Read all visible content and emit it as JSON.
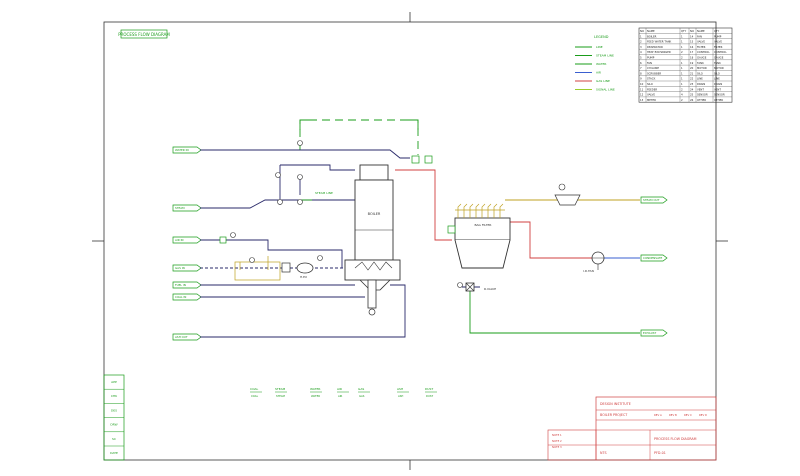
{
  "drawing": {
    "title_tag": "PROCESS FLOW DIAGRAM"
  },
  "legend": {
    "heading": "LEGEND",
    "items": [
      {
        "label": "LINE",
        "color": "#1a9c1a"
      },
      {
        "label": "STEAM LINE",
        "color": "#1a9c1a"
      },
      {
        "label": "WATER",
        "color": "#1a9c1a"
      },
      {
        "label": "AIR",
        "color": "#3a5fd0"
      },
      {
        "label": "GAS LINE",
        "color": "#d04040"
      },
      {
        "label": "SIGNAL LINE",
        "color": "#9ccc2c"
      }
    ]
  },
  "equipment_table": {
    "header": [
      "NO",
      "NAME",
      "QTY",
      "NO",
      "NAME",
      "QTY"
    ],
    "rows": [
      [
        "1",
        "BOILER",
        "1",
        "14",
        "FAN",
        "PUMP"
      ],
      [
        "2",
        "FEED WATER TANK",
        "1",
        "15",
        "VALVE",
        "VALVE"
      ],
      [
        "3",
        "DEAERATOR",
        "1",
        "16",
        "FILTER",
        "FILTER"
      ],
      [
        "4",
        "HEAT EXCHANGER",
        "2",
        "17",
        "CONTROL",
        "CONTROL"
      ],
      [
        "5",
        "PUMP",
        "2",
        "18",
        "GAUGE",
        "GAUGE"
      ],
      [
        "6",
        "FAN",
        "1",
        "19",
        "TANK",
        "TANK"
      ],
      [
        "7",
        "CYCLONE",
        "1",
        "20",
        "MOTOR",
        "MOTOR"
      ],
      [
        "8",
        "SCRUBBER",
        "1",
        "21",
        "SILO",
        "SILO"
      ],
      [
        "9",
        "STACK",
        "1",
        "22",
        "LINE",
        "LINE"
      ],
      [
        "10",
        "SILO",
        "1",
        "23",
        "DRAIN",
        "DRAIN"
      ],
      [
        "11",
        "FEEDER",
        "2",
        "24",
        "VENT",
        "VENT"
      ],
      [
        "12",
        "VALVE",
        "4",
        "25",
        "SENSOR",
        "SENSOR"
      ],
      [
        "13",
        "METER",
        "2",
        "26",
        "OTHER",
        "OTHER"
      ]
    ]
  },
  "inlet_tags": [
    "WATER IN",
    "STEAM",
    "AIR IN",
    "GAS IN",
    "FUEL IN",
    "COAL IN",
    "ASH OUT"
  ],
  "outlet_tags": [
    "STEAM OUT",
    "CONDENSATE",
    "EXHAUST"
  ],
  "equipment_labels": {
    "boiler": "BOILER",
    "bag_filter": "BAG FILTER",
    "fan": "I.D.FAN",
    "rotary_valve": "R.VALVE",
    "heat_exchanger": "H.EX",
    "steam_line": "STEAM LINE"
  },
  "bottom_notes": [
    "COAL",
    "STEAM",
    "WATER",
    "AIR",
    "GAS",
    "ASH",
    "DUST"
  ],
  "side_stamp": [
    "APP",
    "CHK",
    "DES",
    "DRW",
    "SC",
    "DATE"
  ],
  "title_block": {
    "company": "DESIGN INSTITUTE",
    "project": "BOILER PROJECT",
    "drawing_name": "PROCESS FLOW DIAGRAM",
    "drawing_no": "PFD-01",
    "scale": "NTS",
    "revisions": [
      "REV A",
      "REV B",
      "REV C",
      "REV D"
    ],
    "notes": [
      "NOTE 1",
      "NOTE 2",
      "NOTE 3"
    ]
  }
}
